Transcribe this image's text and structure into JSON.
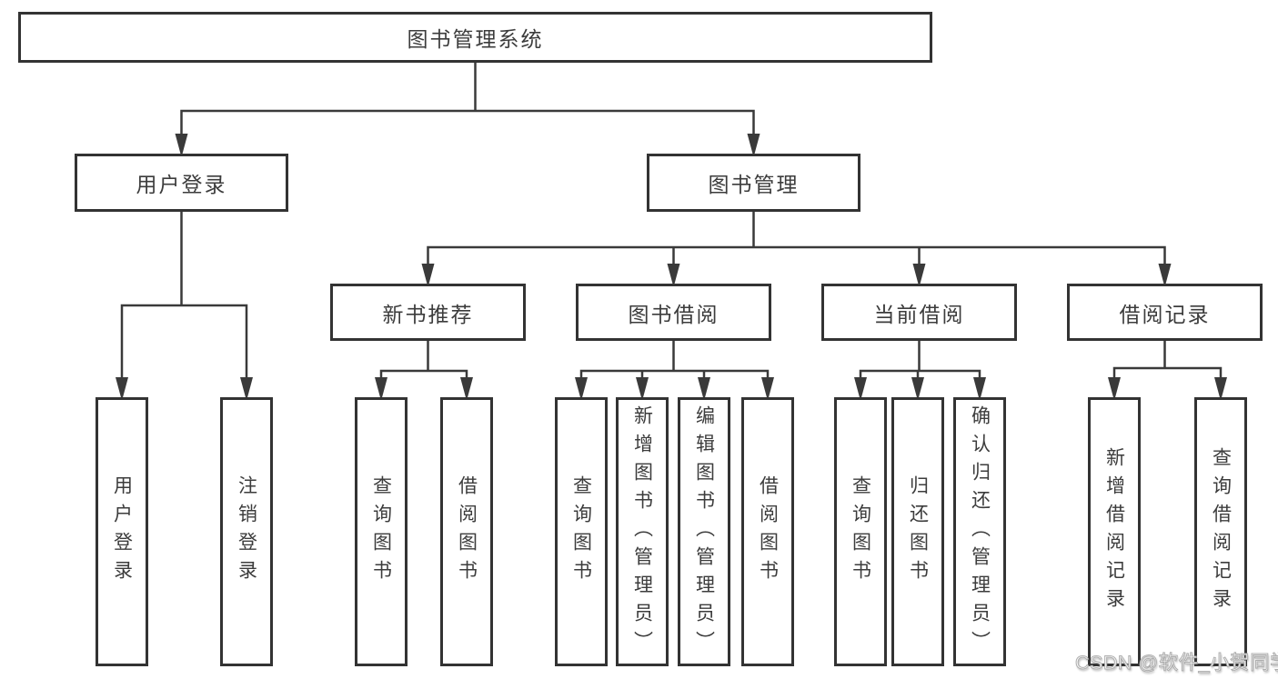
{
  "colors": {
    "background": "#ffffff",
    "box_border": "#333333",
    "connector_line": "#3a3a3a",
    "text": "#3c3c3c",
    "watermark_text": "#c9c9c9"
  },
  "tree": {
    "root": {
      "label": "图书管理系统"
    },
    "branches": [
      {
        "label": "用户登录",
        "children": [
          {
            "label": "用户登录"
          },
          {
            "label": "注销登录"
          }
        ]
      },
      {
        "label": "图书管理",
        "children": [
          {
            "label": "新书推荐",
            "children": [
              {
                "label": "查询图书"
              },
              {
                "label": "借阅图书"
              }
            ]
          },
          {
            "label": "图书借阅",
            "children": [
              {
                "label": "查询图书"
              },
              {
                "label": "新增图书（管理员）"
              },
              {
                "label": "编辑图书（管理员）"
              },
              {
                "label": "借阅图书"
              }
            ]
          },
          {
            "label": "当前借阅",
            "children": [
              {
                "label": "查询图书"
              },
              {
                "label": "归还图书"
              },
              {
                "label": "确认归还（管理员）"
              }
            ]
          },
          {
            "label": "借阅记录",
            "children": [
              {
                "label": "新增借阅记录"
              },
              {
                "label": "查询借阅记录"
              }
            ]
          }
        ]
      }
    ]
  },
  "watermark": {
    "text": "CSDN @软件_小贺同学"
  }
}
